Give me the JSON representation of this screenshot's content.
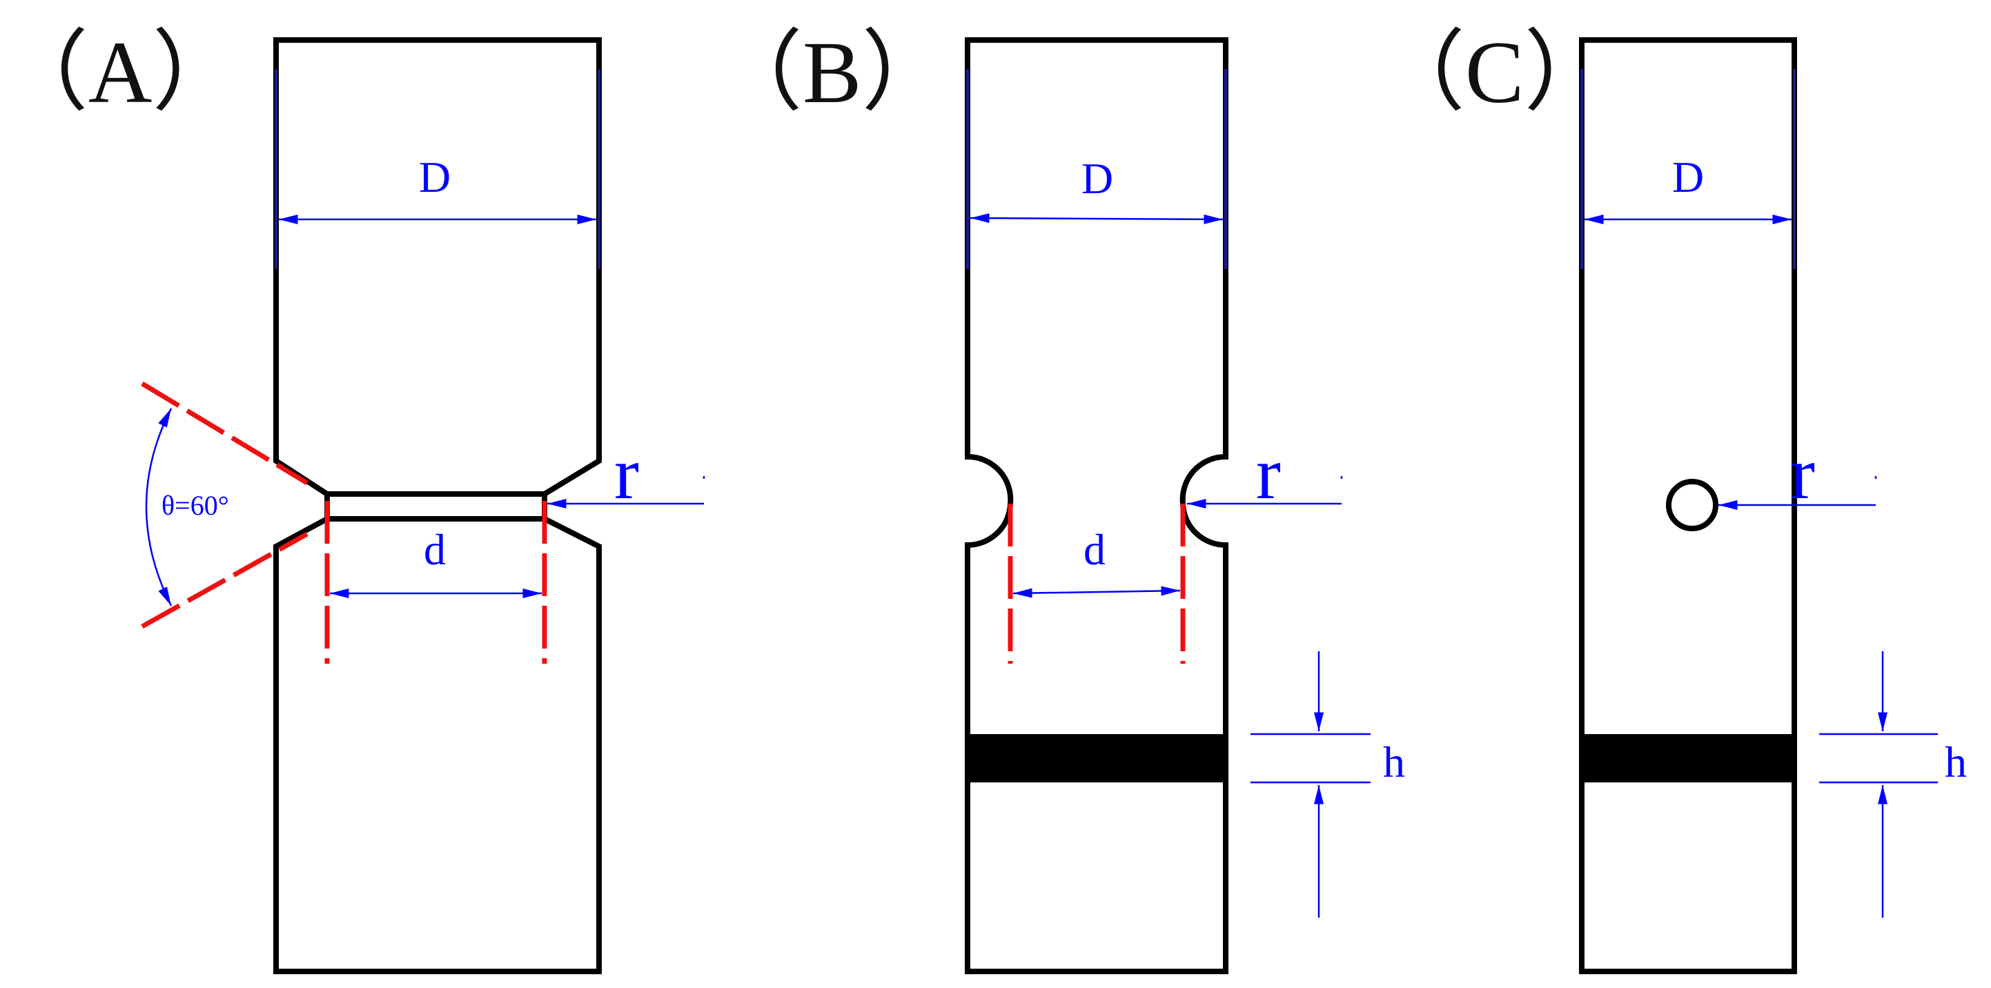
{
  "panels": [
    {
      "id": "A",
      "label": "（A）",
      "dim_D": "D",
      "dim_d": "d",
      "dim_r": "r",
      "angle_label": "θ=60°",
      "notch": "V-notch"
    },
    {
      "id": "B",
      "label": "（B）",
      "dim_D": "D",
      "dim_d": "d",
      "dim_r": "r",
      "dim_h": "h",
      "notch": "semicircular notch"
    },
    {
      "id": "C",
      "label": "（C）",
      "dim_D": "D",
      "dim_r": "r",
      "dim_h": "h",
      "notch": "central circular hole"
    }
  ],
  "colors": {
    "outline": "#000000",
    "dimension": "#0000ff",
    "notch_guides": "#ee1111",
    "band": "#000000"
  }
}
